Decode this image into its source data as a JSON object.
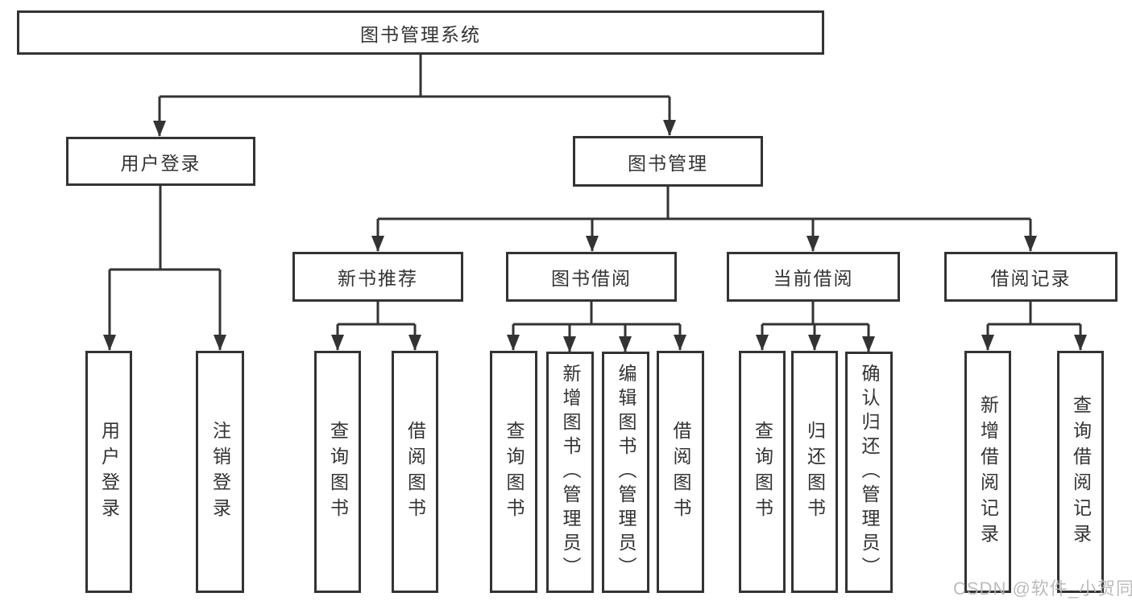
{
  "diagram": {
    "nodes": {
      "root": {
        "label": "图书管理系统"
      },
      "user_login": {
        "label": "用户登录"
      },
      "book_mgmt": {
        "label": "图书管理"
      },
      "login_action": {
        "label": "用户登录"
      },
      "logout_action": {
        "label": "注销登录"
      },
      "new_book_rec": {
        "label": "新书推荐"
      },
      "book_borrow": {
        "label": "图书借阅"
      },
      "current_borrow": {
        "label": "当前借阅"
      },
      "borrow_records": {
        "label": "借阅记录"
      },
      "rec_query_books": {
        "label": "查询图书"
      },
      "rec_borrow_books": {
        "label": "借阅图书"
      },
      "bb_query_books": {
        "label": "查询图书"
      },
      "bb_add_books": {
        "label": "新增图书（管理员）"
      },
      "bb_edit_books": {
        "label": "编辑图书（管理员）"
      },
      "bb_borrow_books": {
        "label": "借阅图书"
      },
      "cb_query_books": {
        "label": "查询图书"
      },
      "cb_return_books": {
        "label": "归还图书"
      },
      "cb_confirm_return": {
        "label": "确认归还（管理员）"
      },
      "br_add_record": {
        "label": "新增借阅记录"
      },
      "br_query_record": {
        "label": "查询借阅记录"
      }
    },
    "colors": {
      "line": "#333333",
      "box_border": "#333333",
      "text": "#333333",
      "watermark": "#b5b5b5",
      "background": "#ffffff"
    }
  },
  "watermark": {
    "text": "CSDN @软件_小贺同学"
  }
}
